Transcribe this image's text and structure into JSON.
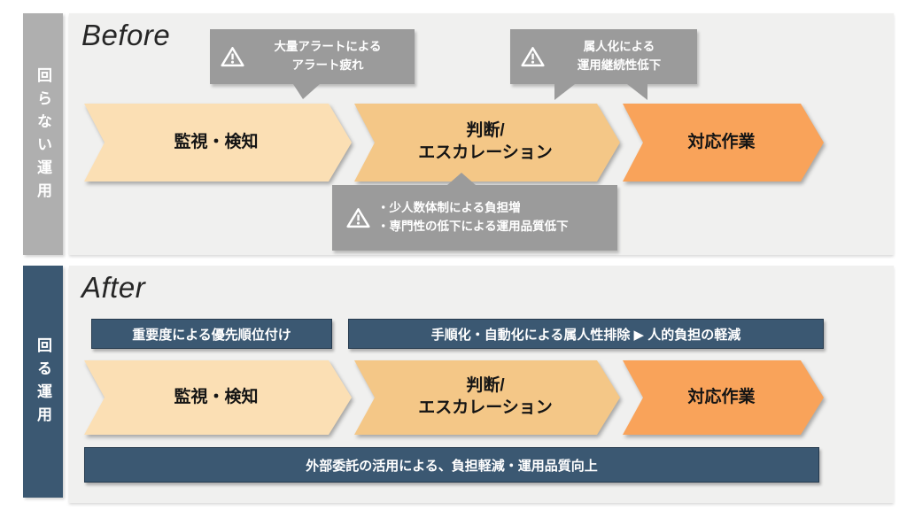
{
  "colors": {
    "panel_bg": "#F0F0EF",
    "sidebar_gray": "#AFAFAF",
    "callout_gray": "#9B9B9B",
    "navy": "#3B5872",
    "chevron_1": "#FBDFB4",
    "chevron_2": "#F4C787",
    "chevron_3": "#F9A35A"
  },
  "before": {
    "title": "Before",
    "sidebar_label": "回らない運用",
    "steps": [
      {
        "lines": [
          "監視・検知"
        ]
      },
      {
        "lines": [
          "判断/",
          "エスカレーション"
        ]
      },
      {
        "lines": [
          "対応作業"
        ]
      }
    ],
    "callouts": [
      {
        "icon": "warning-icon",
        "lines": [
          "大量アラートによる",
          "アラート疲れ"
        ]
      },
      {
        "icon": "warning-icon",
        "lines": [
          "属人化による",
          "運用継続性低下"
        ]
      },
      {
        "icon": "warning-icon",
        "lines": [
          "・少人数体制による負担増",
          "・専門性の低下による運用品質低下"
        ]
      }
    ]
  },
  "after": {
    "title": "After",
    "sidebar_label": "回る運用",
    "steps": [
      {
        "lines": [
          "監視・検知"
        ]
      },
      {
        "lines": [
          "判断/",
          "エスカレーション"
        ]
      },
      {
        "lines": [
          "対応作業"
        ]
      }
    ],
    "banners": [
      {
        "label": "重要度による優先順位付け"
      },
      {
        "label": "手順化・自動化による属人性排除 ▶ 人的負担の軽減"
      },
      {
        "label": "外部委託の活用による、負担軽減・運用品質向上"
      }
    ]
  }
}
